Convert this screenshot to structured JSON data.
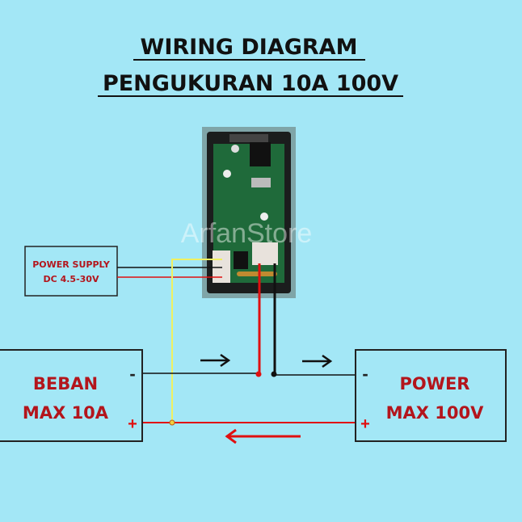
{
  "title": {
    "line1": "WIRING DIAGRAM",
    "line2": "PENGUKURAN 10A 100V"
  },
  "watermark": "ArfanStore",
  "power_supply": {
    "line1": "POWER SUPPLY",
    "line2": "DC 4.5-30V"
  },
  "load": {
    "line1": "BEBAN",
    "line2": "MAX 10A",
    "minus": "-",
    "plus": "+"
  },
  "source": {
    "line1": "POWER",
    "line2": "MAX 100V",
    "minus": "-",
    "plus": "+"
  },
  "colors": {
    "background": "#a3e7f6",
    "label": "#b3151c",
    "wire_red": "#e01010",
    "wire_black": "#111111",
    "wire_yellow": "#f0f060"
  }
}
